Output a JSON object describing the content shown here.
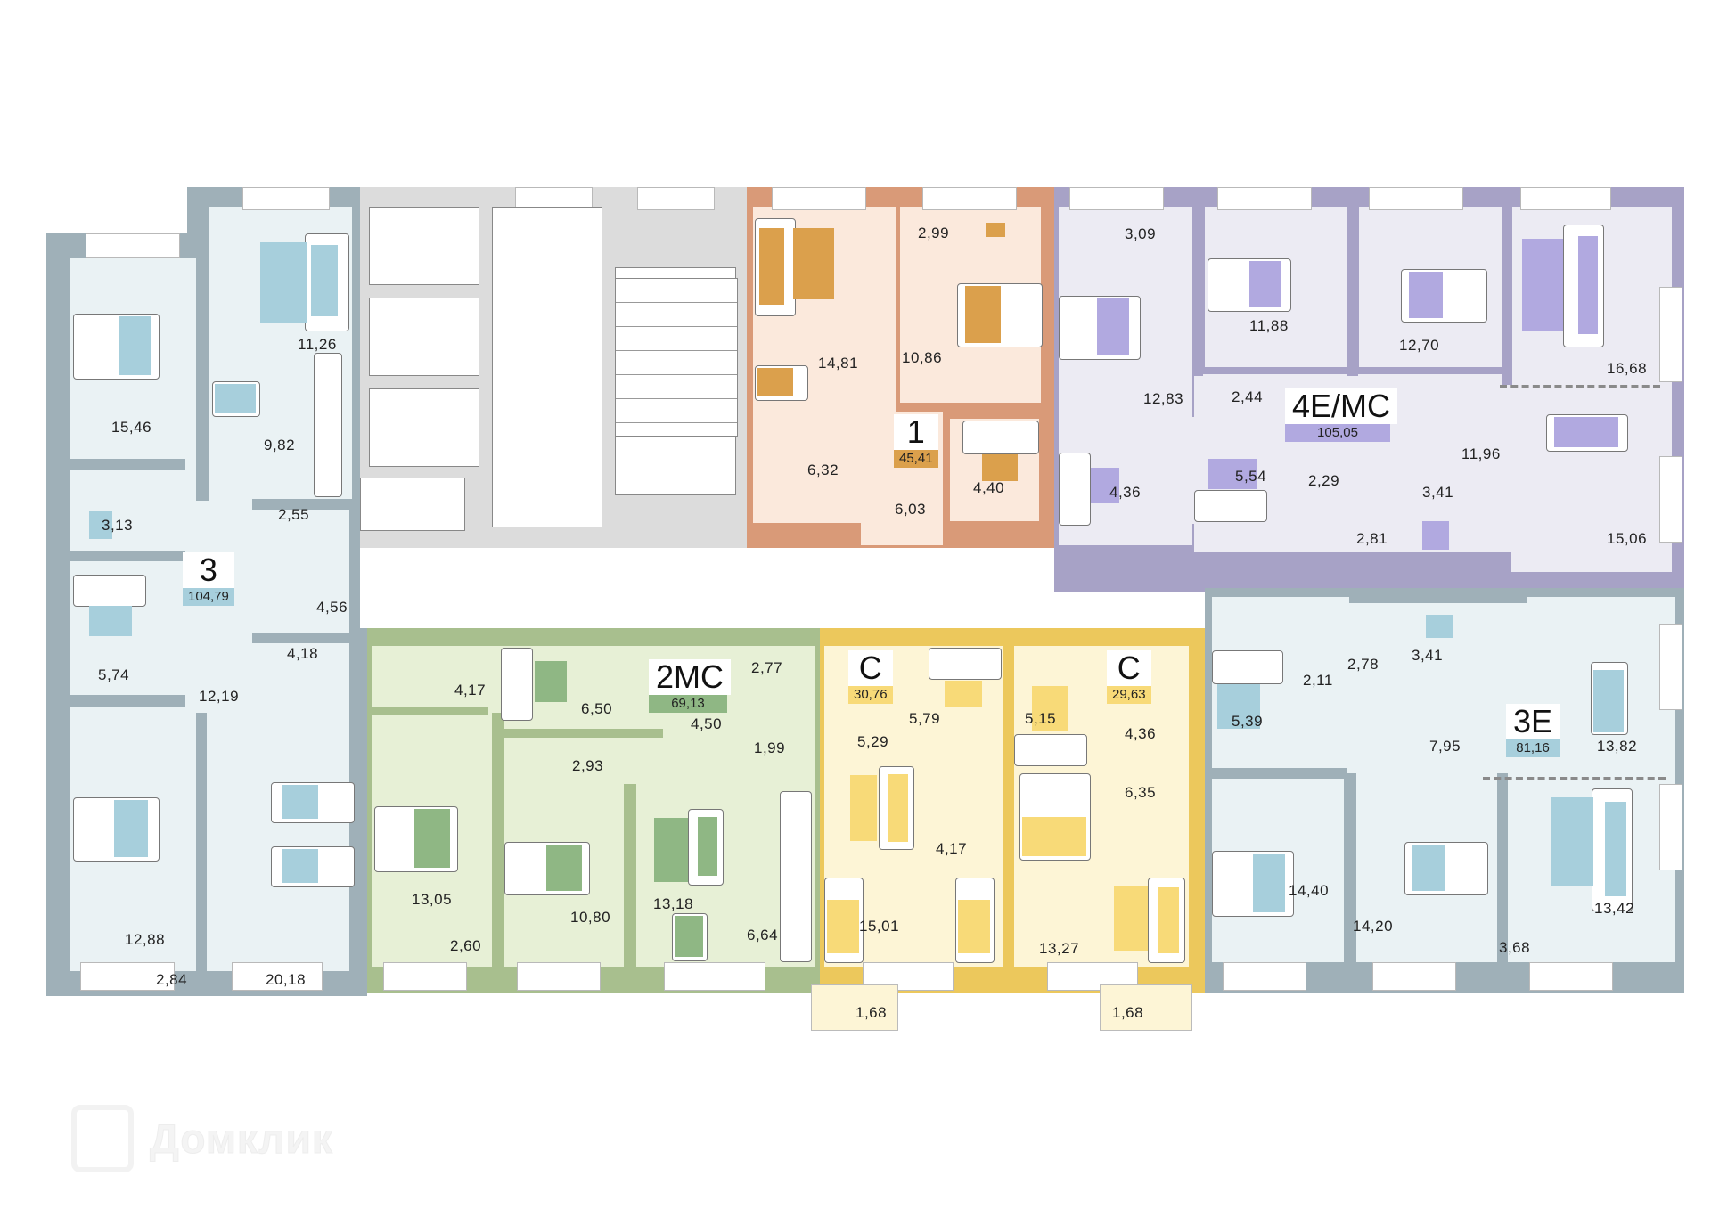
{
  "watermark": {
    "brand": "Домклик",
    "icon": "house-logo-icon"
  },
  "colors": {
    "apt3": "#a7cfdc",
    "apt1": "#dba04c",
    "apt4E_MC": "#b1a9e0",
    "apt2MC": "#8fb784",
    "aptC": "#f8da78",
    "apt3E": "#a7cfdc",
    "common": "#dcdcdc"
  },
  "apartments": [
    {
      "id": "apt-3",
      "type": "3",
      "total_area": "104,79",
      "rooms": [
        "15,46",
        "11,26",
        "9,82",
        "3,13",
        "2,55",
        "4,56",
        "5,74",
        "4,18",
        "12,19",
        "12,88",
        "2,84",
        "20,18"
      ]
    },
    {
      "id": "apt-1",
      "type": "1",
      "total_area": "45,41",
      "rooms": [
        "14,81",
        "2,99",
        "10,86",
        "6,32",
        "6,03",
        "4,40"
      ]
    },
    {
      "id": "apt-4e-mc",
      "type": "4E/MC",
      "total_area": "105,05",
      "rooms": [
        "3,09",
        "11,88",
        "12,70",
        "16,68",
        "12,83",
        "2,44",
        "4,36",
        "5,54",
        "2,29",
        "11,96",
        "3,41",
        "2,81",
        "15,06"
      ]
    },
    {
      "id": "apt-2mc",
      "type": "2MC",
      "total_area": "69,13",
      "rooms": [
        "4,17",
        "6,50",
        "2,77",
        "4,50",
        "1,99",
        "2,93",
        "13,05",
        "10,80",
        "13,18",
        "6,64",
        "2,60"
      ]
    },
    {
      "id": "apt-c-left",
      "type": "C",
      "total_area": "30,76",
      "rooms": [
        "5,79",
        "5,29",
        "4,17",
        "15,01",
        "1,68"
      ]
    },
    {
      "id": "apt-c-right",
      "type": "C",
      "total_area": "29,63",
      "rooms": [
        "5,15",
        "4,36",
        "6,35",
        "13,27",
        "1,68"
      ]
    },
    {
      "id": "apt-3e",
      "type": "3E",
      "total_area": "81,16",
      "rooms": [
        "5,39",
        "2,78",
        "3,41",
        "2,11",
        "7,95",
        "13,82",
        "14,40",
        "14,20",
        "13,42",
        "3,68"
      ]
    }
  ]
}
